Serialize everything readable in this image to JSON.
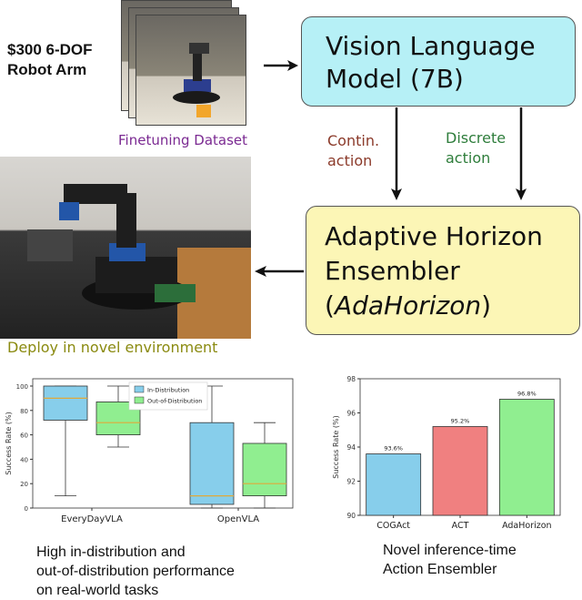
{
  "hardware": {
    "line1": "$300 6-DOF",
    "line2": "Robot Arm"
  },
  "finetune_label": "Finetuning Dataset",
  "vlm": {
    "line1": "Vision Language",
    "line2": "Model (7B)",
    "fill": "#b6f0f6"
  },
  "actions": {
    "contin_line1": "Contin.",
    "contin_line2": "action",
    "discrete_line1": "Discrete",
    "discrete_line2": "action"
  },
  "ensembler": {
    "line1": "Adaptive Horizon",
    "line2": "Ensembler",
    "line3_open": "(",
    "line3_italic": "AdaHorizon",
    "line3_close": ")",
    "fill": "#fcf6b6"
  },
  "deploy_label": "Deploy in novel environment",
  "captions": {
    "left_line1": "High in-distribution and",
    "left_line2": "out-of-distribution performance",
    "left_line3": "on real-world tasks",
    "right_line1": "Novel inference-time",
    "right_line2": "Action Ensembler"
  },
  "chart_data": [
    {
      "type": "box",
      "ylabel": "Success Rate (%)",
      "categories": [
        "EveryDayVLA",
        "OpenVLA"
      ],
      "yticks": [
        0,
        20,
        40,
        60,
        80,
        100
      ],
      "ylim": [
        0,
        100
      ],
      "legend_position": "top-center",
      "series": [
        {
          "name": "In-Distribution",
          "color": "#87ceeb",
          "boxes": [
            {
              "min": 10,
              "q1": 72,
              "median": 90,
              "q3": 100,
              "max": 100
            },
            {
              "min": 0,
              "q1": 3,
              "median": 10,
              "q3": 70,
              "max": 100
            }
          ]
        },
        {
          "name": "Out-of-Distribution",
          "color": "#90ee90",
          "boxes": [
            {
              "min": 50,
              "q1": 60,
              "median": 70,
              "q3": 87,
              "max": 100
            },
            {
              "min": 0,
              "q1": 10,
              "median": 20,
              "q3": 53,
              "max": 70
            }
          ]
        }
      ]
    },
    {
      "type": "bar",
      "ylabel": "Success Rate (%)",
      "categories": [
        "COGAct",
        "ACT",
        "AdaHorizon"
      ],
      "values": [
        93.6,
        95.2,
        96.8
      ],
      "labels": [
        "93.6%",
        "95.2%",
        "96.8%"
      ],
      "colors": [
        "#87ceeb",
        "#f08080",
        "#90ee90"
      ],
      "yticks": [
        90,
        92,
        94,
        96,
        98
      ],
      "ylim": [
        90,
        98
      ]
    }
  ]
}
